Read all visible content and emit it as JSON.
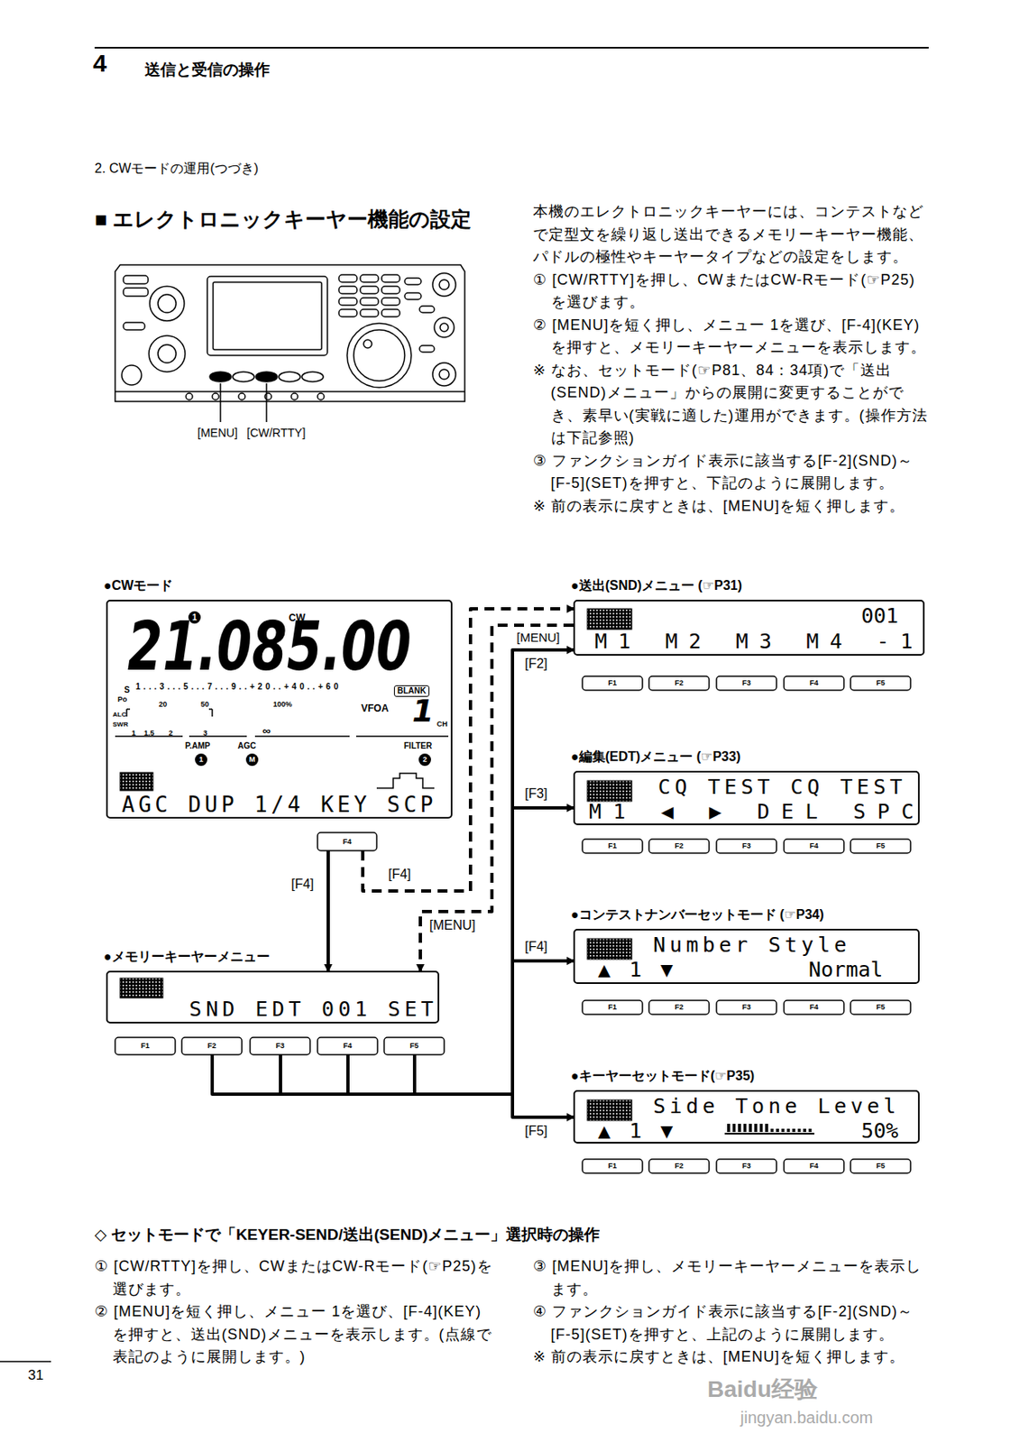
{
  "diagram": {
    "nodes": [
      {
        "text": [
          "●CWモード",
          "1",
          "CW",
          "21.085.00",
          "1...3...5...7...9..+20..+40..+60",
          "S",
          "Po",
          "20",
          "50",
          "100%",
          "ALC",
          "SWR",
          "1",
          "1.5",
          "2",
          "3",
          "∞",
          "BLANK",
          "VFOA",
          "1",
          "CH",
          "P.AMP",
          "1",
          "AGC",
          "M",
          "FILTER",
          "2",
          "AGC DUP 1/4 KEY SCP"
        ]
      },
      {
        "text": [
          "●メモリーキーヤーメニュー",
          "SND EDT 001 SET"
        ]
      },
      {
        "text": [
          "●送出(SND)メニュー (☞P31)",
          "001",
          "M1 M2 M3 M4 -1"
        ]
      },
      {
        "text": [
          "●編集(EDT)メニュー (☞P33)",
          "CQ TEST CQ TEST",
          "M1 ◀ ▶ DEL SPC"
        ]
      },
      {
        "text": [
          "●コンテストナンバーセットモード (☞P34)",
          "Number Style",
          "▲ 1 ▼",
          "Normal"
        ]
      },
      {
        "text": [
          "●キーヤーセットモード(☞P35)",
          "Side Tone Level",
          "▲ 1 ▼",
          "50%"
        ]
      }
    ],
    "edges": [
      {
        "from": 0,
        "to": 1,
        "arrow": "to",
        "label": "[F4]"
      },
      {
        "from": 0,
        "to": 2,
        "arrow": "to",
        "label": "[F4]"
      },
      {
        "from": 2,
        "to": 1,
        "arrow": "to",
        "label": "[MENU]"
      },
      {
        "from": 1,
        "to": 2,
        "arrow": "to",
        "label": "[F2]"
      },
      {
        "from": 1,
        "to": 3,
        "arrow": "to",
        "label": "[F3]"
      },
      {
        "from": 1,
        "to": 4,
        "arrow": "to",
        "label": "[F4]"
      },
      {
        "from": 1,
        "to": 5,
        "arrow": "to",
        "label": "[F5]"
      }
    ],
    "labels": [
      "4",
      "送信と受信の操作",
      "2. CWモードの運用(つづき)",
      "■ エレクトロニックキーヤー機能の設定",
      "本機のエレクトロニックキーヤーには、コンテストなどで定型文を繰り返し送出できるメモリーキーヤー機能、パドルの極性やキーヤータイプなどの設定をします。",
      "① [CW/RTTY]を押し、CWまたはCW-Rモード(☞P25)を選びます。",
      "② [MENU]を短く押し、メニュー 1を選び、[F-4](KEY)を押すと、メモリーキーヤーメニューを表示します。",
      "※ なお、セットモード(☞P81、84：34項)で「送出(SEND)メニュー」からの展開に変更することができ、素早い(実戦に適した)運用ができます。(操作方法は下記参照)",
      "③ ファンクションガイド表示に該当する[F-2](SND)～[F-5](SET)を押すと、下記のように展開します。",
      "※ 前の表示に戻すときは、[MENU]を短く押します。",
      "[MENU]",
      "[CW/RTTY]",
      "F4",
      "F1",
      "F2",
      "F3",
      "F4",
      "F5",
      "F1",
      "F2",
      "F3",
      "F4",
      "F5",
      "F1",
      "F2",
      "F3",
      "F4",
      "F5",
      "F1",
      "F2",
      "F3",
      "F4",
      "F5",
      "F1",
      "F2",
      "F3",
      "F4",
      "F5",
      "[MENU]",
      "◇ セットモードで「KEYER-SEND/送出(SEND)メニュー」選択時の操作",
      "① [CW/RTTY]を押し、CWまたはCW-Rモード(☞P25)を選びます。",
      "② [MENU]を短く押し、メニュー 1を選び、[F-4](KEY)を押すと、送出(SND)メニューを表示します。(点線で表記のように展開します。)",
      "③ [MENU]を押し、メモリーキーヤーメニューを表示します。",
      "④ ファンクションガイド表示に該当する[F-2](SND)～[F-5](SET)を押すと、上記のように展開します。",
      "※ 前の表示に戻すときは、[MENU]を短く押します。",
      "31",
      "Baidu经验",
      "jingyan.baidu.com"
    ]
  }
}
